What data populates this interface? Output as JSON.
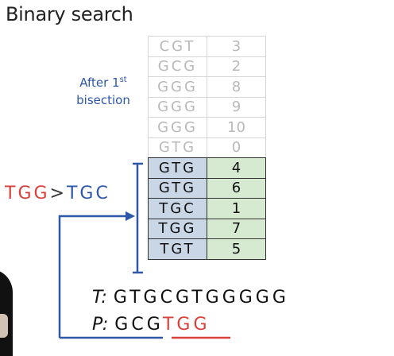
{
  "title": "Binary search",
  "annotation": {
    "line1_prefix": "After 1",
    "line1_sup": "st",
    "line2": "bisection"
  },
  "faded_rows": [
    {
      "suffix": "CGT",
      "index": "3"
    },
    {
      "suffix": "GCG",
      "index": "2"
    },
    {
      "suffix": "GGG",
      "index": "8"
    },
    {
      "suffix": "GGG",
      "index": "9"
    },
    {
      "suffix": "GGG",
      "index": "10"
    },
    {
      "suffix": "GTG",
      "index": "0"
    }
  ],
  "active_rows": [
    {
      "suffix": "GTG",
      "index": "4"
    },
    {
      "suffix": "GTG",
      "index": "6"
    },
    {
      "suffix": "TGC",
      "index": "1"
    },
    {
      "suffix": "TGG",
      "index": "7"
    },
    {
      "suffix": "TGT",
      "index": "5"
    }
  ],
  "comparison": {
    "left": "TGG",
    "operator": ">",
    "right": "TGC"
  },
  "text_seq": {
    "label": "T:",
    "sequence": "GTGCGTGGGGG"
  },
  "pattern_seq": {
    "label": "P:",
    "plain": "GCG",
    "highlight": "TGG"
  },
  "colors": {
    "blue": "#2e57a8",
    "red": "#d9403a",
    "suffix_fill": "#c9d6e6",
    "index_fill": "#d5ead0"
  }
}
